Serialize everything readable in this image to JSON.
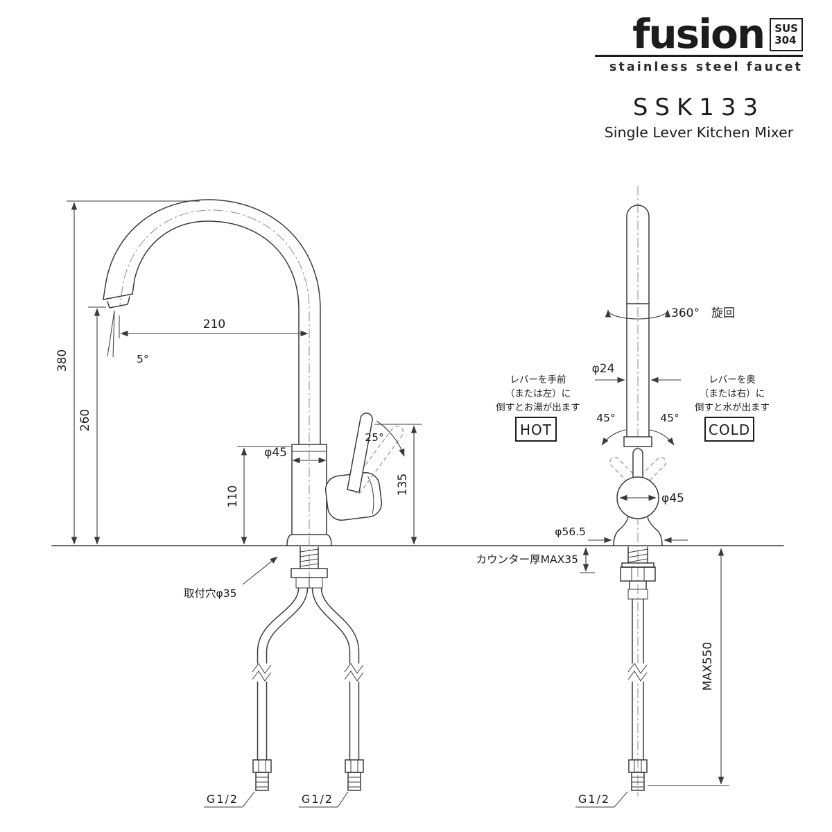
{
  "brand": {
    "logo": "fusion",
    "sus_line1": "SUS",
    "sus_line2": "304",
    "tagline": "stainless steel faucet"
  },
  "title": {
    "model": "SSK133",
    "product": "Single Lever Kitchen Mixer"
  },
  "side_view": {
    "dim_total_height": "380",
    "dim_spout_height": "260",
    "dim_reach": "210",
    "spout_angle": "5°",
    "dim_body_dia": "φ45",
    "dim_body_height": "110",
    "dim_lever_height": "135",
    "lever_angle": "25°",
    "mount_hole_note": "取付穴φ35",
    "counter_note": "カウンター厚MAX35",
    "thread_left": "G1/2",
    "thread_right": "G1/2"
  },
  "front_view": {
    "swivel_note": "360°　旋回",
    "dim_tube_dia": "φ24",
    "swing_left": "45°",
    "swing_right": "45°",
    "dim_sphere_dia": "φ45",
    "dim_base_dia": "φ56.5",
    "hot_label": "HOT",
    "cold_label": "COLD",
    "hot_note1": "レバーを手前",
    "hot_note2": "（または左）に",
    "hot_note3": "倒すとお湯が出ます",
    "cold_note1": "レバーを奥",
    "cold_note2": "（または右）に",
    "cold_note3": "倒すと水が出ます",
    "dim_hose_length": "MAX550",
    "thread": "G1/2"
  },
  "colors": {
    "line": "#3a3a3a",
    "text": "#1c1c1c"
  }
}
